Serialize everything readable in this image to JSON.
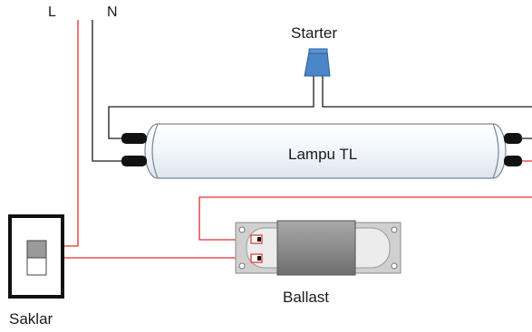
{
  "labels": {
    "line": "L",
    "neutral": "N",
    "starter": "Starter",
    "lamp": "Lampu TL",
    "ballast": "Ballast",
    "switch": "Saklar"
  },
  "colors": {
    "live_wire": "#e03030",
    "neutral_wire": "#1a1a1a",
    "starter": "#4a86c8",
    "tube": "#f4f7fb",
    "ballast_core": "#8c8c8c",
    "ballast_frame": "#d0d0d0",
    "switch_frame": "#111111",
    "switch_toggle": "#9a9a9a"
  }
}
